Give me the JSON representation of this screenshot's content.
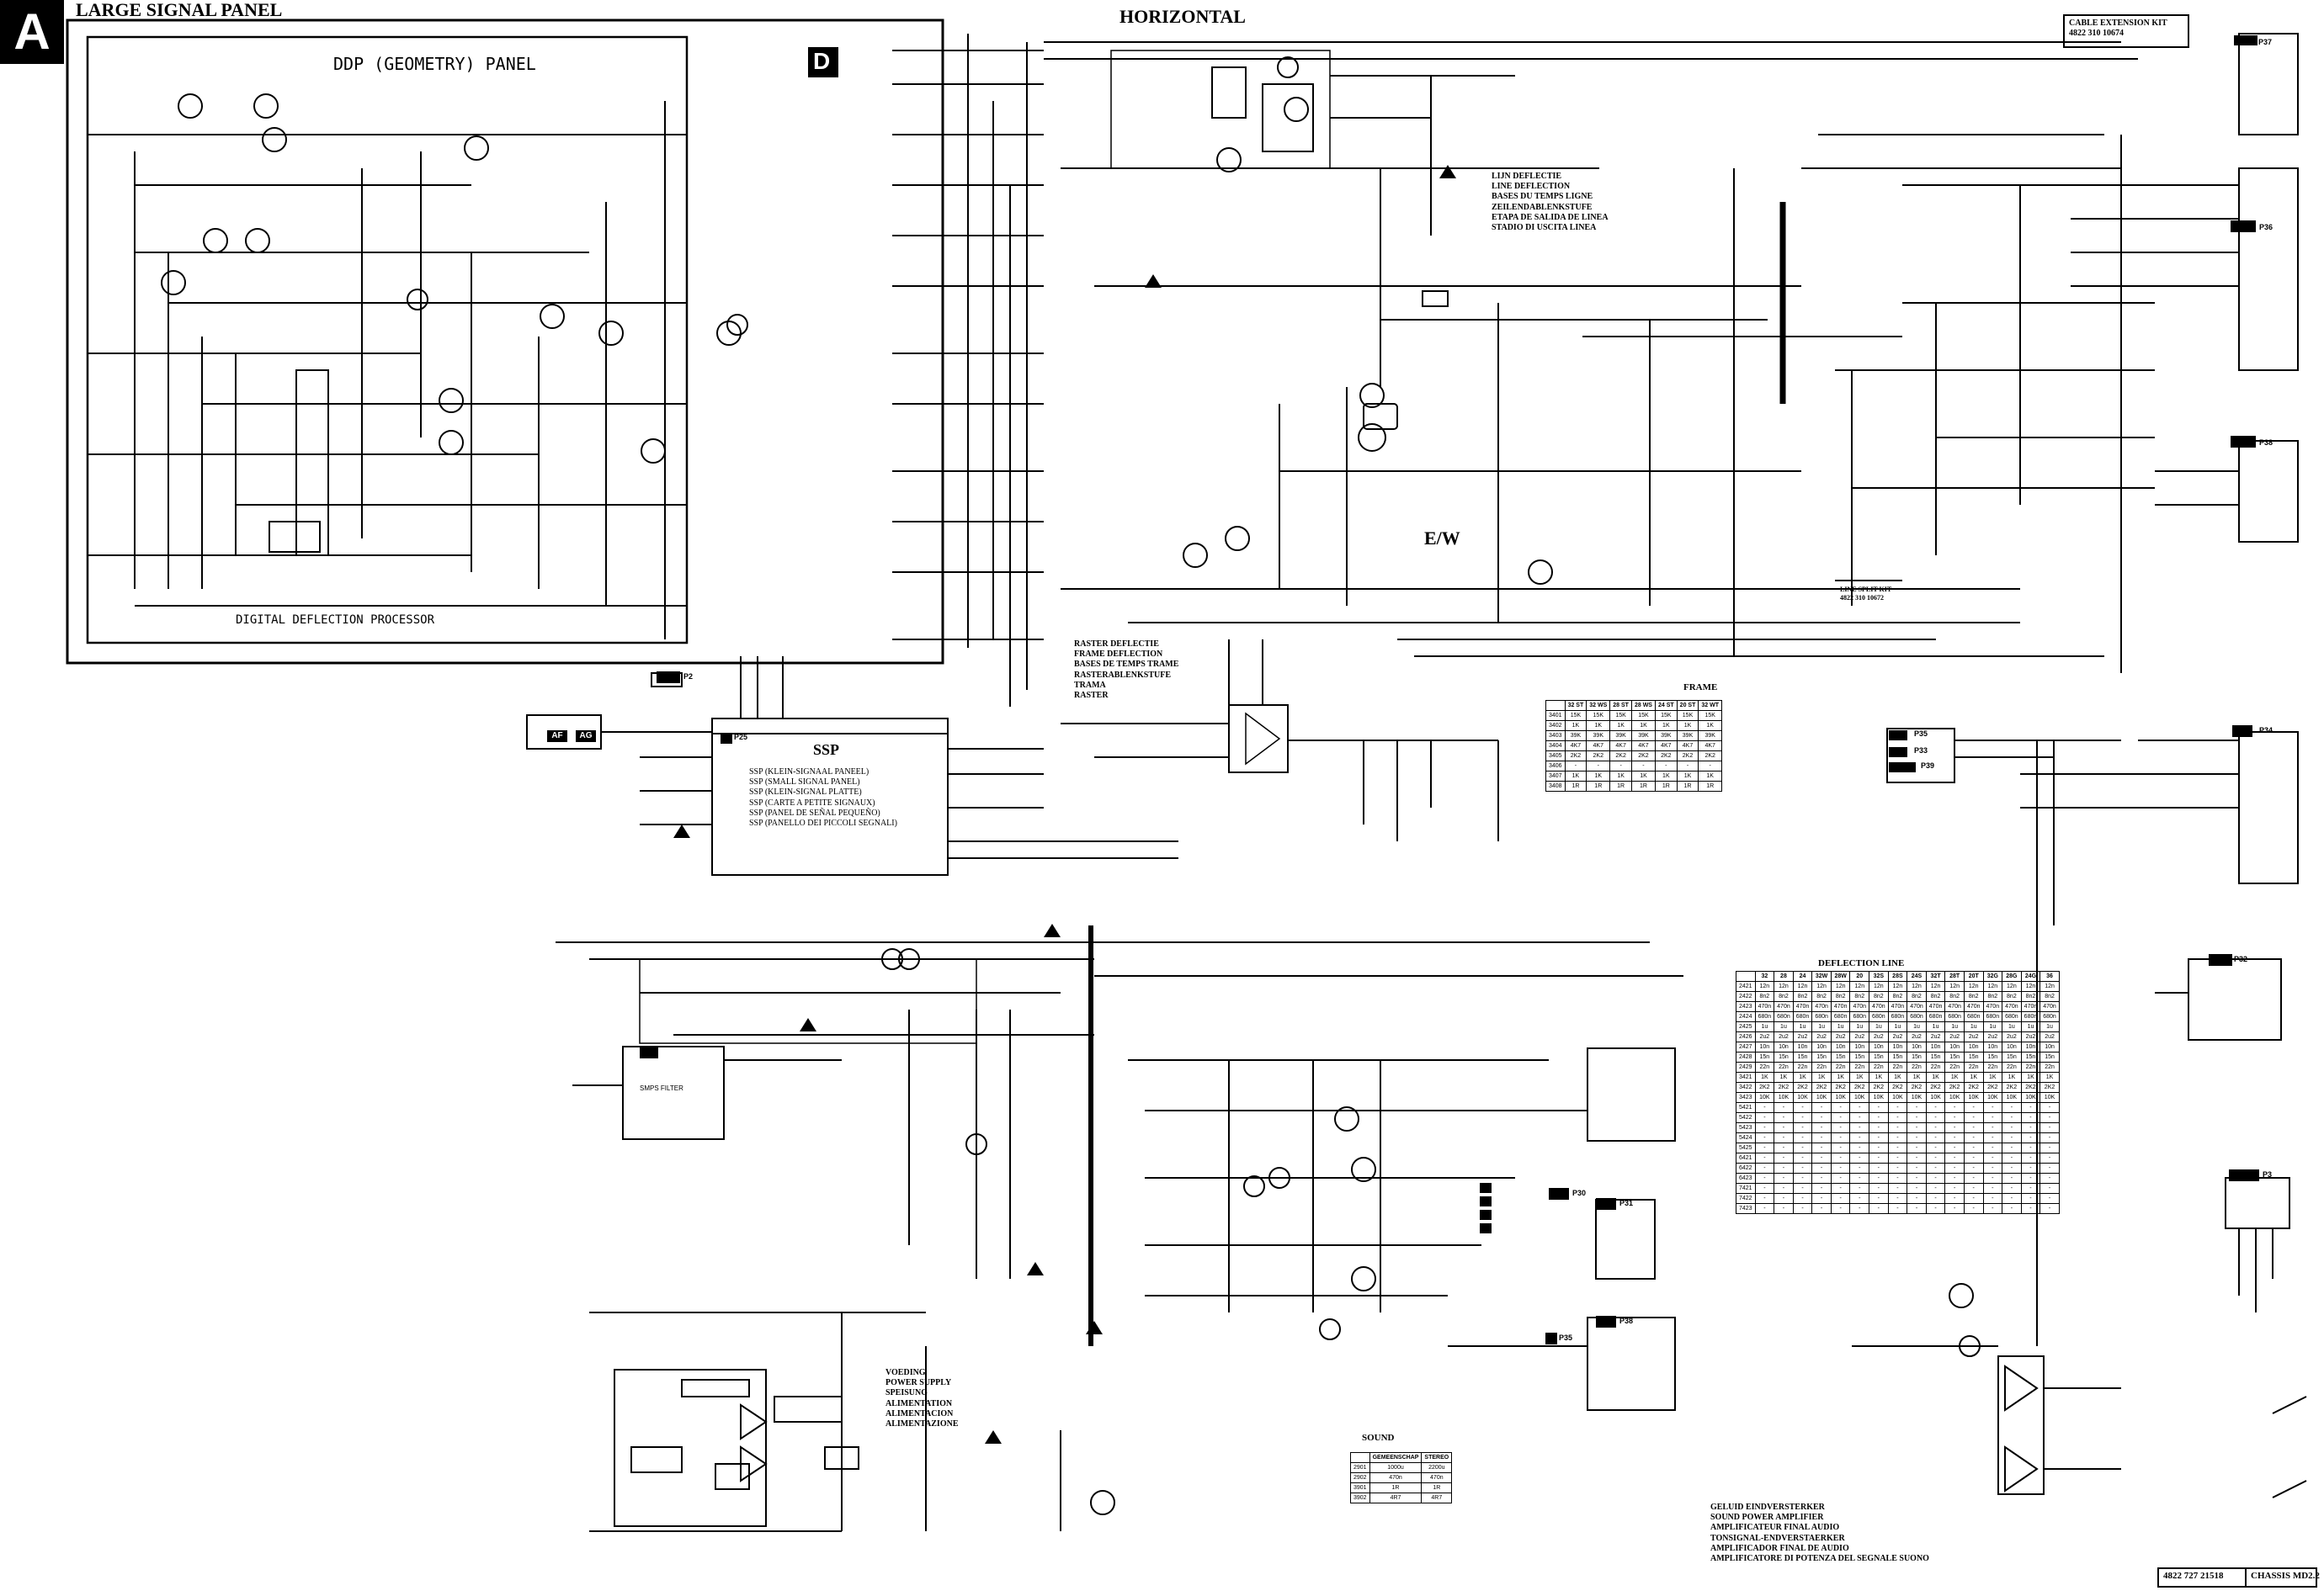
{
  "sheet": {
    "badge": "A",
    "panel_title": "LARGE SIGNAL PANEL",
    "section_title": "HORIZONTAL",
    "ddp_title": "DDP (GEOMETRY) PANEL",
    "ddp_badge": "D",
    "ddp_processor": "DIGITAL DEFLECTION PROCESSOR",
    "ssp": {
      "title": "SSP",
      "lines": [
        "SSP (KLEIN-SIGNAAL PANEEL)",
        "SSP (SMALL SIGNAL PANEL)",
        "SSP (KLEIN-SIGNAL PLATTE)",
        "SSP (CARTE A PETITE SIGNAUX)",
        "SSP (PANEL DE SEÑAL PEQUEÑO)",
        "SSP (PANELLO DEI PICCOLI SEGNALI)"
      ]
    },
    "cable_kit": {
      "title": "CABLE EXTENSION KIT",
      "number": "4822 310 10674"
    },
    "line_deflection": [
      "LIJN DEFLECTIE",
      "LINE DEFLECTION",
      "BASES DU TEMPS LIGNE",
      "ZEILENDABLENKSTUFE",
      "ETAPA DE SALIDA DE LINEA",
      "STADIO DI USCITA LINEA"
    ],
    "ew_label": "E/W",
    "raster": [
      "RASTER DEFLECTIE",
      "FRAME DEFLECTION",
      "BASES DE TEMPS TRAME",
      "RASTERABLENKSTUFE",
      "TRAMA",
      "RASTER"
    ],
    "line_split_kit": [
      "LINE SPLIT KIT",
      "4822 310 10672"
    ],
    "frame_title": "FRAME",
    "deflection_line_title": "DEFLECTION LINE",
    "power_supply": [
      "VOEDING",
      "POWER SUPPLY",
      "SPEISUNG",
      "ALIMENTATION",
      "ALIMENTACION",
      "ALIMENTAZIONE"
    ],
    "sound_title": "SOUND",
    "sound_amp": [
      "GELUID EINDVERSTERKER",
      "SOUND POWER AMPLIFIER",
      "AMPLIFICATEUR FINAL AUDIO",
      "TONSIGNAL-ENDVERSTAERKER",
      "AMPLIFICADOR FINAL DE AUDIO",
      "AMPLIFICATORE DI POTENZA DEL SEGNALE SUONO"
    ],
    "footer_code": "4822 727 21518",
    "footer_chassis": "CHASSIS MD2.2",
    "af_ag": [
      "AF",
      "AG"
    ],
    "smps": "SMPS FILTER"
  },
  "tables": {
    "frame": {
      "headers": [
        "",
        "32 ST",
        "32 WS",
        "28 ST",
        "28 WS",
        "24 ST",
        "20 ST",
        "32 WT"
      ],
      "rows": [
        [
          "3401",
          "15K",
          "15K",
          "15K",
          "15K",
          "15K",
          "15K",
          "15K"
        ],
        [
          "3402",
          "1K",
          "1K",
          "1K",
          "1K",
          "1K",
          "1K",
          "1K"
        ],
        [
          "3403",
          "39K",
          "39K",
          "39K",
          "39K",
          "39K",
          "39K",
          "39K"
        ],
        [
          "3404",
          "4K7",
          "4K7",
          "4K7",
          "4K7",
          "4K7",
          "4K7",
          "4K7"
        ],
        [
          "3405",
          "2K2",
          "2K2",
          "2K2",
          "2K2",
          "2K2",
          "2K2",
          "2K2"
        ],
        [
          "3406",
          "-",
          "-",
          "-",
          "-",
          "-",
          "-",
          "-"
        ],
        [
          "3407",
          "1K",
          "1K",
          "1K",
          "1K",
          "1K",
          "1K",
          "1K"
        ],
        [
          "3408",
          "1R",
          "1R",
          "1R",
          "1R",
          "1R",
          "1R",
          "1R"
        ]
      ]
    },
    "deflection": {
      "headers": [
        "",
        "32",
        "28",
        "24",
        "32W",
        "28W",
        "20",
        "32S",
        "28S",
        "24S",
        "32T",
        "28T",
        "20T",
        "32G",
        "28G",
        "24G",
        "36"
      ],
      "rows": [
        [
          "2421",
          "12n",
          "12n",
          "12n",
          "12n",
          "12n",
          "12n",
          "12n",
          "12n",
          "12n",
          "12n",
          "12n",
          "12n",
          "12n",
          "12n",
          "12n",
          "12n"
        ],
        [
          "2422",
          "8n2",
          "8n2",
          "8n2",
          "8n2",
          "8n2",
          "8n2",
          "8n2",
          "8n2",
          "8n2",
          "8n2",
          "8n2",
          "8n2",
          "8n2",
          "8n2",
          "8n2",
          "8n2"
        ],
        [
          "2423",
          "470n",
          "470n",
          "470n",
          "470n",
          "470n",
          "470n",
          "470n",
          "470n",
          "470n",
          "470n",
          "470n",
          "470n",
          "470n",
          "470n",
          "470n",
          "470n"
        ],
        [
          "2424",
          "680n",
          "680n",
          "680n",
          "680n",
          "680n",
          "680n",
          "680n",
          "680n",
          "680n",
          "680n",
          "680n",
          "680n",
          "680n",
          "680n",
          "680n",
          "680n"
        ],
        [
          "2425",
          "1u",
          "1u",
          "1u",
          "1u",
          "1u",
          "1u",
          "1u",
          "1u",
          "1u",
          "1u",
          "1u",
          "1u",
          "1u",
          "1u",
          "1u",
          "1u"
        ],
        [
          "2426",
          "2u2",
          "2u2",
          "2u2",
          "2u2",
          "2u2",
          "2u2",
          "2u2",
          "2u2",
          "2u2",
          "2u2",
          "2u2",
          "2u2",
          "2u2",
          "2u2",
          "2u2",
          "2u2"
        ],
        [
          "2427",
          "10n",
          "10n",
          "10n",
          "10n",
          "10n",
          "10n",
          "10n",
          "10n",
          "10n",
          "10n",
          "10n",
          "10n",
          "10n",
          "10n",
          "10n",
          "10n"
        ],
        [
          "2428",
          "15n",
          "15n",
          "15n",
          "15n",
          "15n",
          "15n",
          "15n",
          "15n",
          "15n",
          "15n",
          "15n",
          "15n",
          "15n",
          "15n",
          "15n",
          "15n"
        ],
        [
          "2429",
          "22n",
          "22n",
          "22n",
          "22n",
          "22n",
          "22n",
          "22n",
          "22n",
          "22n",
          "22n",
          "22n",
          "22n",
          "22n",
          "22n",
          "22n",
          "22n"
        ],
        [
          "3421",
          "1K",
          "1K",
          "1K",
          "1K",
          "1K",
          "1K",
          "1K",
          "1K",
          "1K",
          "1K",
          "1K",
          "1K",
          "1K",
          "1K",
          "1K",
          "1K"
        ],
        [
          "3422",
          "2K2",
          "2K2",
          "2K2",
          "2K2",
          "2K2",
          "2K2",
          "2K2",
          "2K2",
          "2K2",
          "2K2",
          "2K2",
          "2K2",
          "2K2",
          "2K2",
          "2K2",
          "2K2"
        ],
        [
          "3423",
          "10K",
          "10K",
          "10K",
          "10K",
          "10K",
          "10K",
          "10K",
          "10K",
          "10K",
          "10K",
          "10K",
          "10K",
          "10K",
          "10K",
          "10K",
          "10K"
        ],
        [
          "5421",
          "-",
          "-",
          "-",
          "-",
          "-",
          "-",
          "-",
          "-",
          "-",
          "-",
          "-",
          "-",
          "-",
          "-",
          "-",
          "-"
        ],
        [
          "5422",
          "-",
          "-",
          "-",
          "-",
          "-",
          "-",
          "-",
          "-",
          "-",
          "-",
          "-",
          "-",
          "-",
          "-",
          "-",
          "-"
        ],
        [
          "5423",
          "-",
          "-",
          "-",
          "-",
          "-",
          "-",
          "-",
          "-",
          "-",
          "-",
          "-",
          "-",
          "-",
          "-",
          "-",
          "-"
        ],
        [
          "5424",
          "-",
          "-",
          "-",
          "-",
          "-",
          "-",
          "-",
          "-",
          "-",
          "-",
          "-",
          "-",
          "-",
          "-",
          "-",
          "-"
        ],
        [
          "5425",
          "-",
          "-",
          "-",
          "-",
          "-",
          "-",
          "-",
          "-",
          "-",
          "-",
          "-",
          "-",
          "-",
          "-",
          "-",
          "-"
        ],
        [
          "6421",
          "-",
          "-",
          "-",
          "-",
          "-",
          "-",
          "-",
          "-",
          "-",
          "-",
          "-",
          "-",
          "-",
          "-",
          "-",
          "-"
        ],
        [
          "6422",
          "-",
          "-",
          "-",
          "-",
          "-",
          "-",
          "-",
          "-",
          "-",
          "-",
          "-",
          "-",
          "-",
          "-",
          "-",
          "-"
        ],
        [
          "6423",
          "-",
          "-",
          "-",
          "-",
          "-",
          "-",
          "-",
          "-",
          "-",
          "-",
          "-",
          "-",
          "-",
          "-",
          "-",
          "-"
        ],
        [
          "7421",
          "-",
          "-",
          "-",
          "-",
          "-",
          "-",
          "-",
          "-",
          "-",
          "-",
          "-",
          "-",
          "-",
          "-",
          "-",
          "-"
        ],
        [
          "7422",
          "-",
          "-",
          "-",
          "-",
          "-",
          "-",
          "-",
          "-",
          "-",
          "-",
          "-",
          "-",
          "-",
          "-",
          "-",
          "-"
        ],
        [
          "7423",
          "-",
          "-",
          "-",
          "-",
          "-",
          "-",
          "-",
          "-",
          "-",
          "-",
          "-",
          "-",
          "-",
          "-",
          "-",
          "-"
        ]
      ]
    },
    "sound": {
      "headers": [
        "",
        "GEMEENSCHAP",
        "STEREO"
      ],
      "rows": [
        [
          "2901",
          "1000u",
          "2200u"
        ],
        [
          "2902",
          "470n",
          "470n"
        ],
        [
          "3901",
          "1R",
          "1R"
        ],
        [
          "3902",
          "4R7",
          "4R7"
        ]
      ]
    }
  },
  "connectors": [
    {
      "id": "E",
      "code": "P37"
    },
    {
      "id": "F",
      "code": "P36"
    },
    {
      "id": "G",
      "code": "P38"
    },
    {
      "id": "D",
      "code": "P35"
    },
    {
      "id": "P",
      "code": "P33"
    },
    {
      "id": "AA",
      "code": "P39"
    },
    {
      "id": "I",
      "code": "P34"
    },
    {
      "id": "H",
      "code": "P32"
    },
    {
      "id": "K",
      "code": "P31"
    },
    {
      "id": "AB",
      "code": "P30"
    },
    {
      "id": "C",
      "code": "P38"
    },
    {
      "id": "B",
      "code": "P35"
    },
    {
      "id": "HS",
      "code": "P3"
    }
  ],
  "ssp_connector": {
    "id": "K",
    "code": "P25"
  },
  "af_connector": {
    "id": "AF",
    "code": "P2"
  },
  "colors": {
    "ink": "#000000",
    "paper": "#ffffff"
  }
}
